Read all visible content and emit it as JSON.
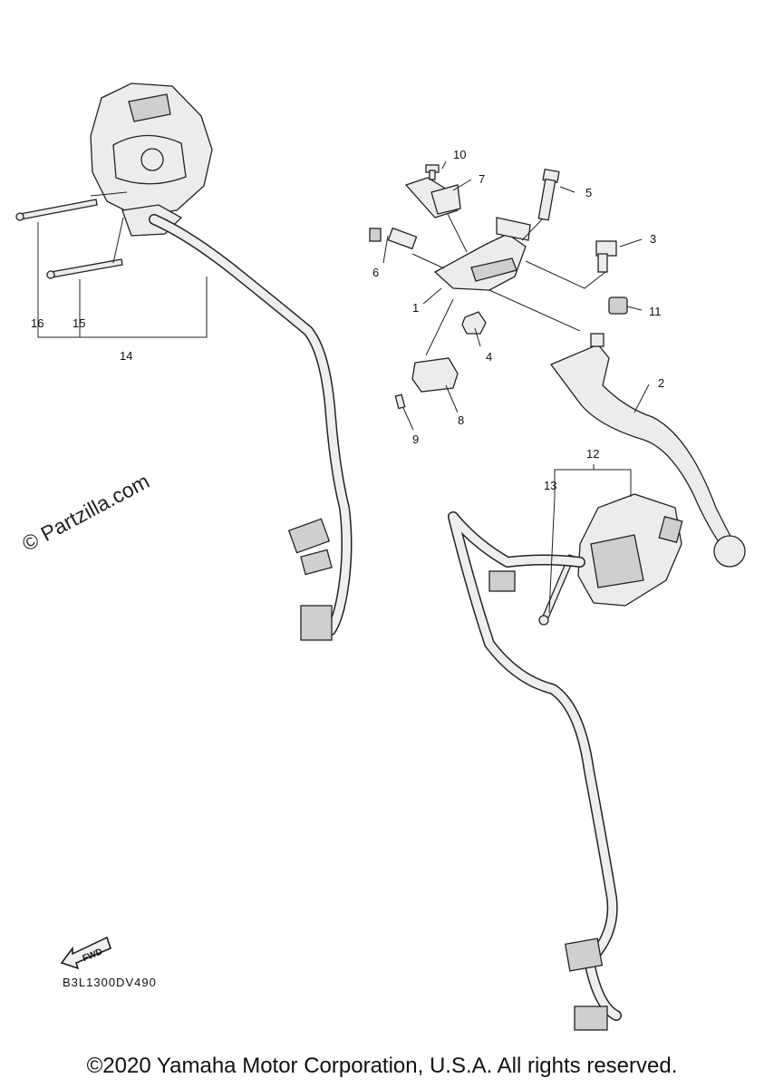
{
  "watermark": "© Partzilla.com",
  "drawing_code": "B3L1300DV490",
  "fwd_label": "FWD",
  "copyright": "©2020 Yamaha Motor Corporation, U.S.A. All rights reserved.",
  "callouts": {
    "c1": "1",
    "c2": "2",
    "c3": "3",
    "c4": "4",
    "c5": "5",
    "c6": "6",
    "c7": "7",
    "c8": "8",
    "c9": "9",
    "c10": "10",
    "c11": "11",
    "c12": "12",
    "c13": "13",
    "c14": "14",
    "c15": "15",
    "c16": "16"
  }
}
